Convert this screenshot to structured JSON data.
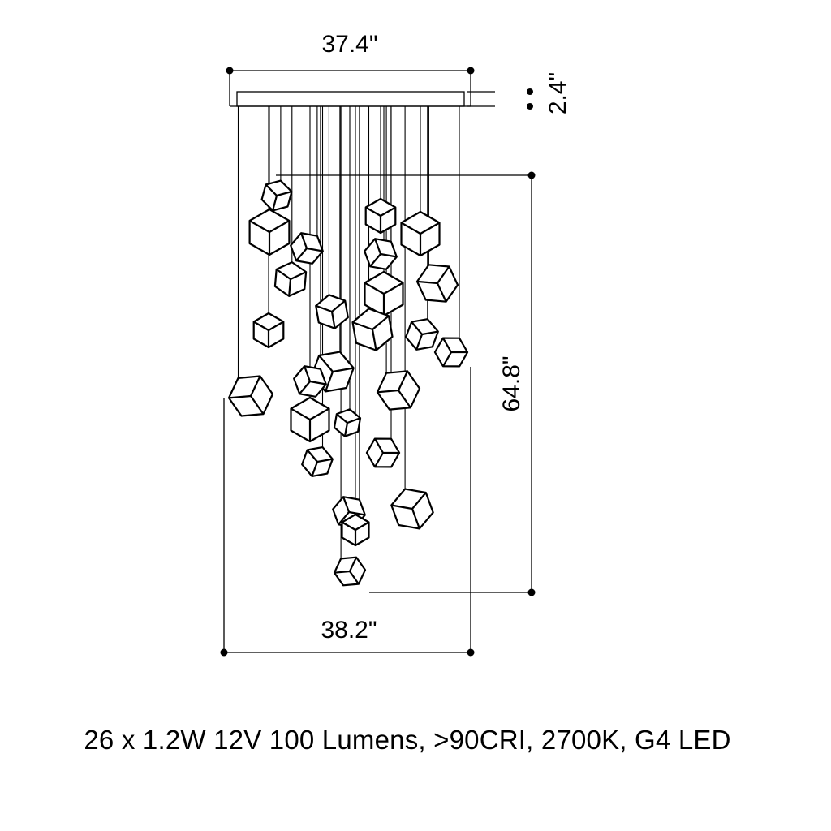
{
  "dimensions": {
    "canopy_width": "37.4\"",
    "canopy_height": "2.4\"",
    "drop_height": "64.8\"",
    "fixture_width": "38.2\""
  },
  "pendant_count": 26,
  "spec_text": "26 x 1.2W 12V 100 Lumens, >90CRI, 2700K, G4 LED"
}
